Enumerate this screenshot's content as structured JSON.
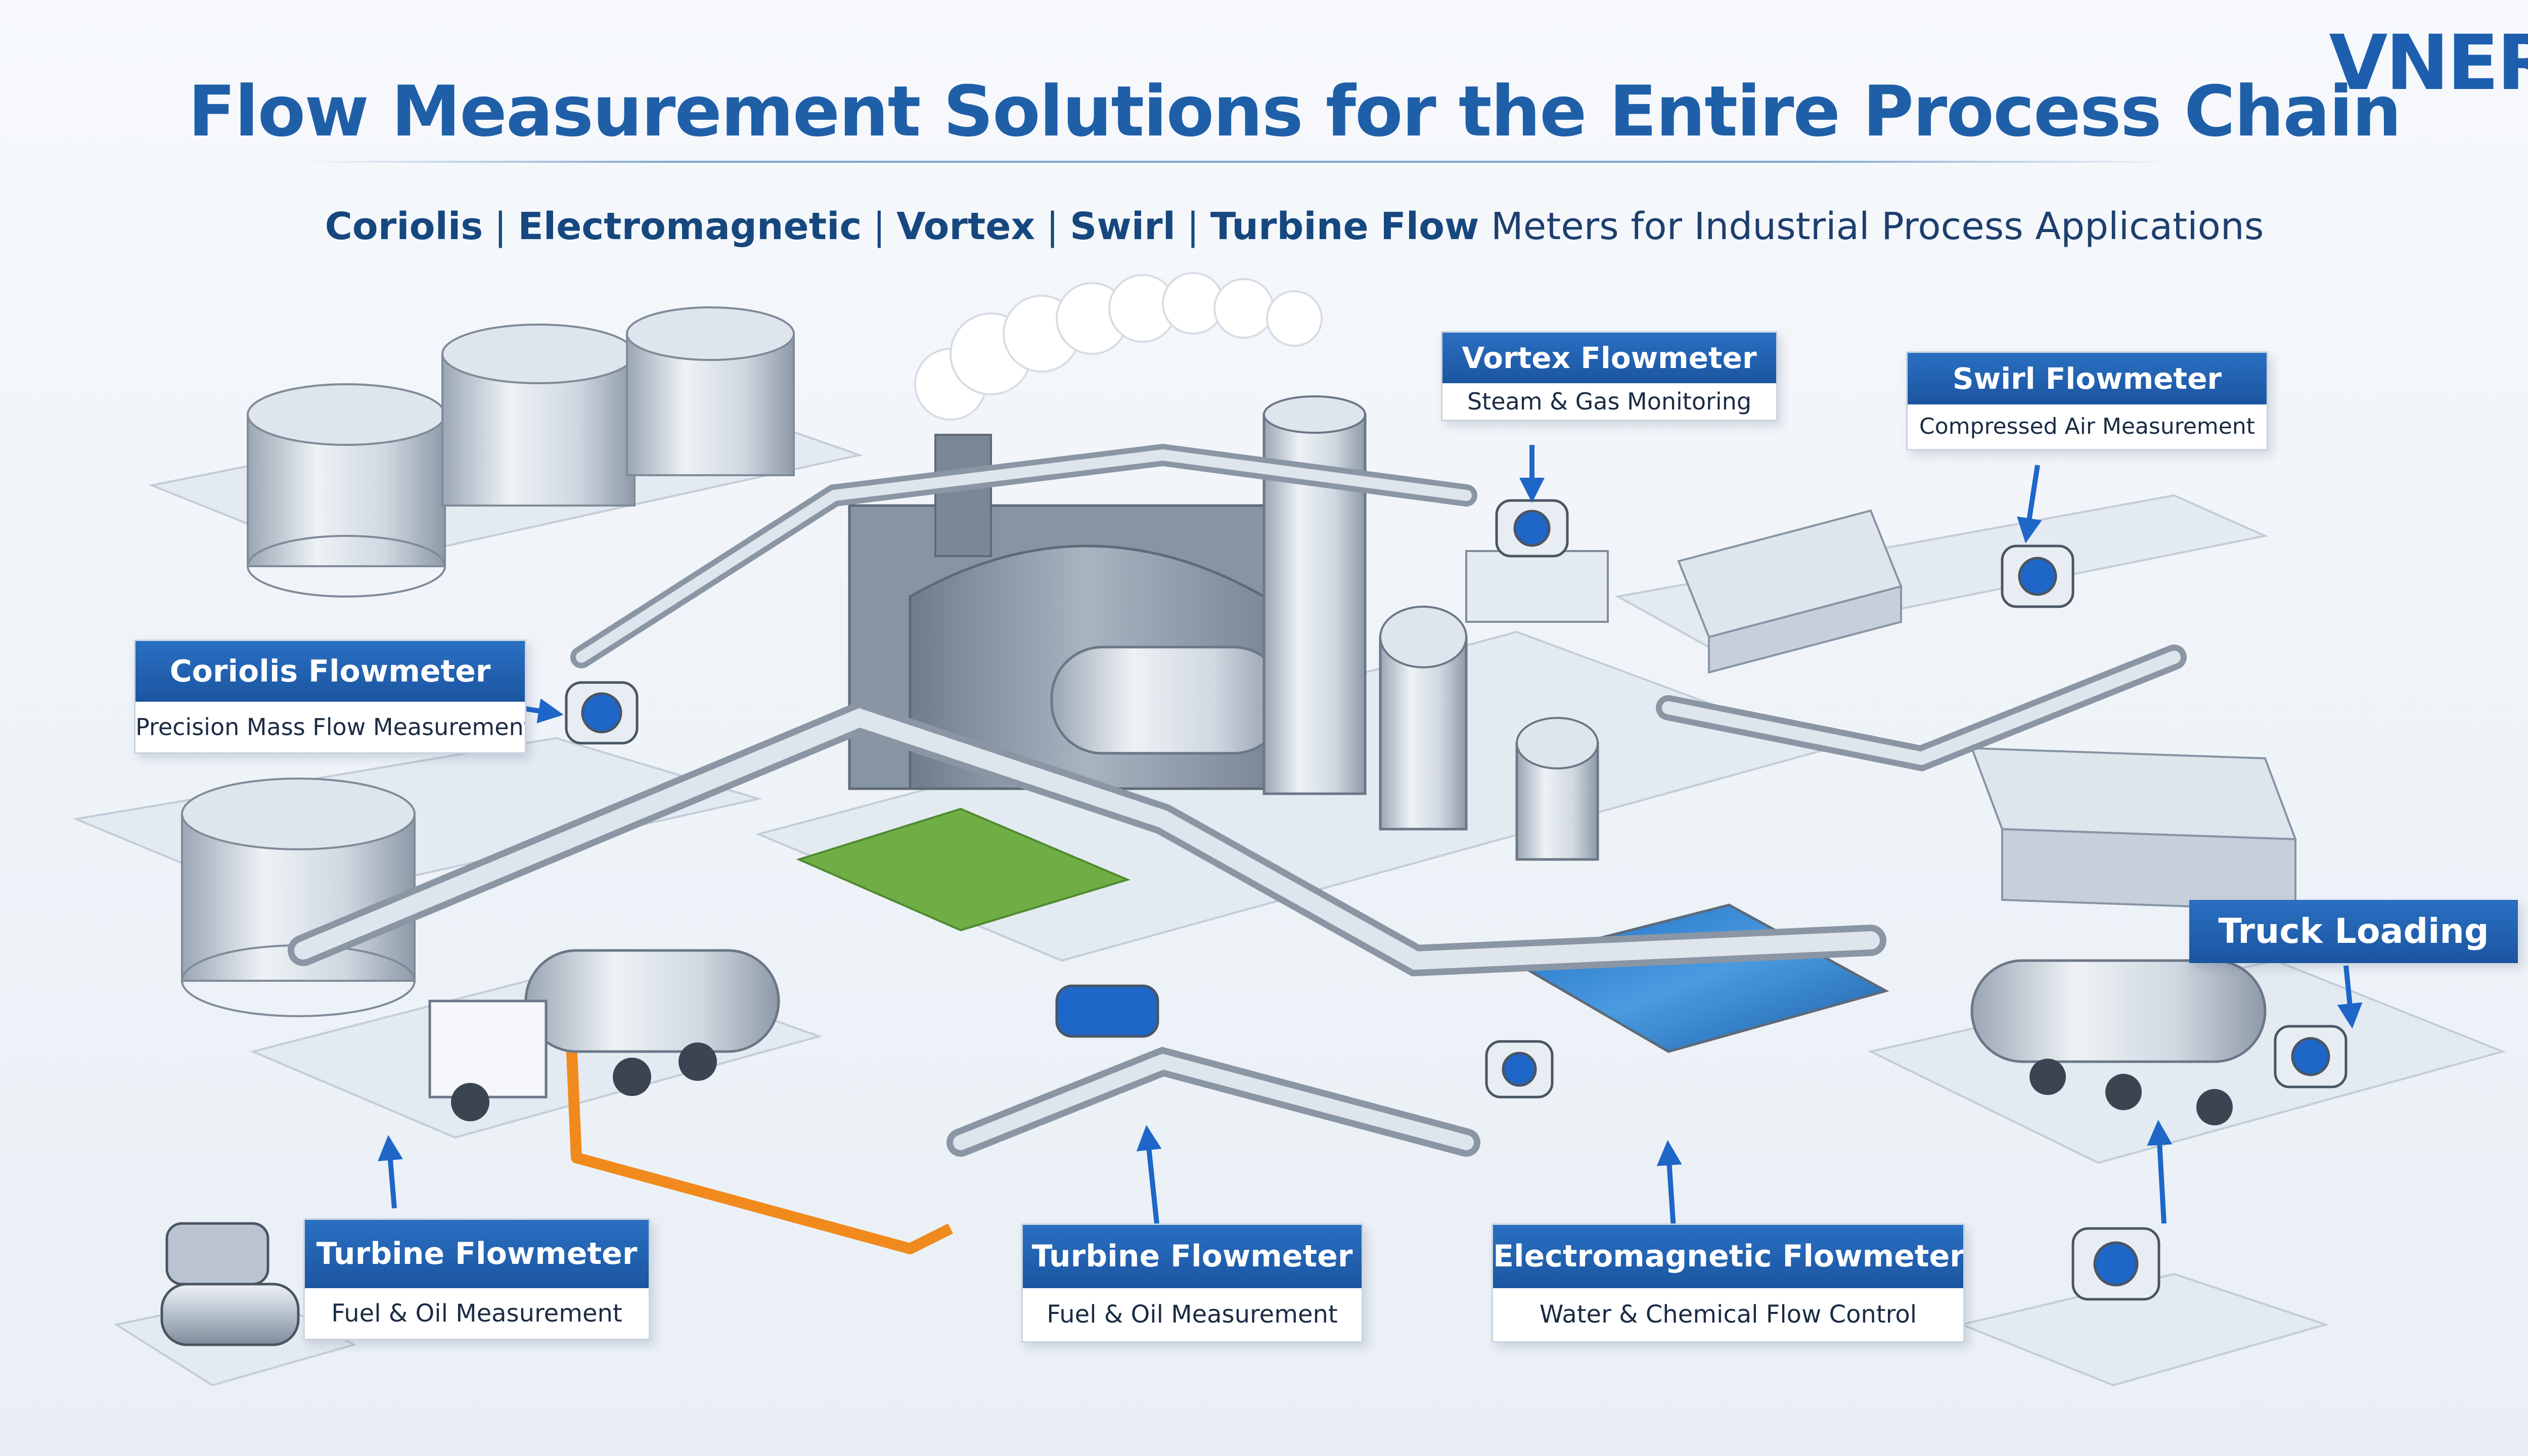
{
  "header": {
    "title": "Flow Measurement Solutions for the Entire Process Chain",
    "subtitle": {
      "types": [
        "Coriolis",
        "Electromagnetic",
        "Vortex",
        "Swirl",
        "Turbine"
      ],
      "separator": "|",
      "bold_word": "Flow",
      "rest": "Meters for Industrial Process Applications"
    }
  },
  "logo": {
    "text": "VNER"
  },
  "callouts": {
    "vortex": {
      "title": "Vortex Flowmeter",
      "detail": "Steam & Gas Monitoring"
    },
    "swirl": {
      "title": "Swirl Flowmeter",
      "detail": "Compressed Air Measurement"
    },
    "coriolis": {
      "title": "Coriolis Flowmeter",
      "detail": "Precision Mass Flow Measurement"
    },
    "truck": {
      "title": "Truck Loading"
    },
    "turbine_left": {
      "title": "Turbine Flowmeter",
      "detail": "Fuel & Oil Measurement"
    },
    "turbine_center": {
      "title": "Turbine Flowmeter",
      "detail": "Fuel & Oil Measurement"
    },
    "electromagnetic": {
      "title": "Electromagnetic Flowmeter",
      "detail": "Water & Chemical Flow Control"
    }
  },
  "colors": {
    "brand_blue": "#1d5fae",
    "label_blue": "#1f5fa8",
    "arrow_blue": "#1e66c8",
    "steel": "#b9c4d0",
    "orange_hose": "#f08a1c",
    "grass": "#6fae45",
    "water": "#2e7fd1"
  },
  "icons": [
    "storage-tank-icon",
    "tanker-truck-icon",
    "flowmeter-icon",
    "pipe-icon",
    "smokestack-icon",
    "warehouse-icon",
    "water-basin-icon"
  ]
}
